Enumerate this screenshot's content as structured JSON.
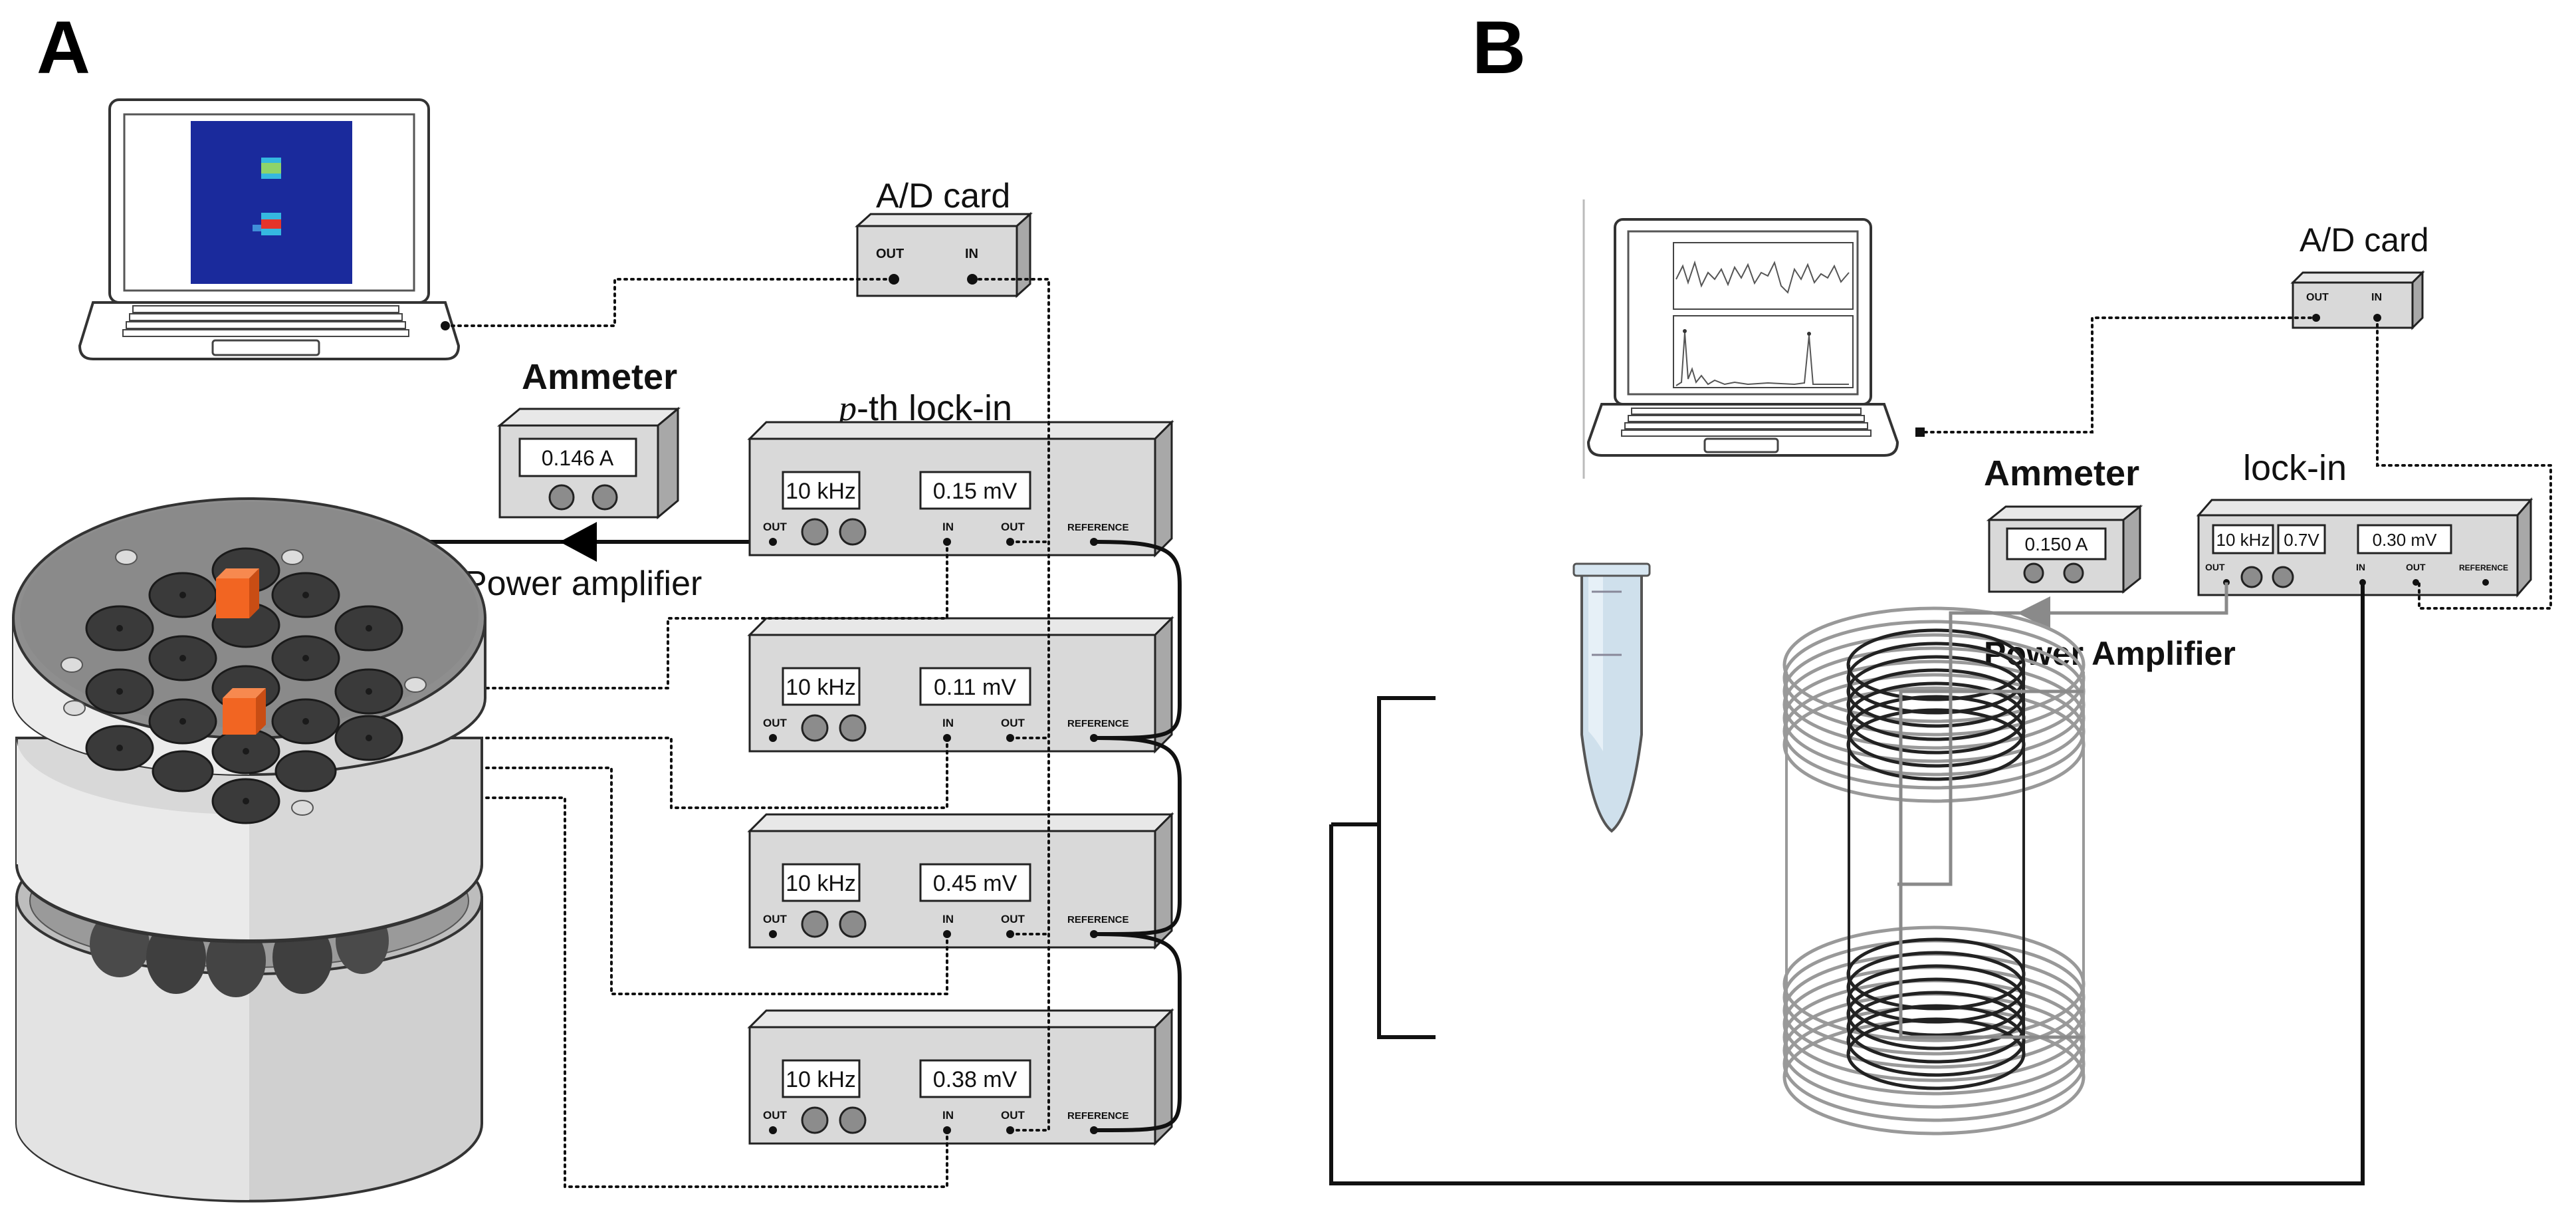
{
  "panels": {
    "a": {
      "letter": "A"
    },
    "b": {
      "letter": "B"
    }
  },
  "panel_a": {
    "ad_card": {
      "title": "A/D card",
      "out": "OUT",
      "in": "IN"
    },
    "ammeter": {
      "title": "Ammeter",
      "reading": "0.146 A"
    },
    "power_amplifier": "Power amplifier",
    "lockin_title_prefix": "p",
    "lockin_title_suffix": "-th lock-in",
    "lockins": [
      {
        "freq": "10 kHz",
        "voltage": "0.15 mV",
        "out_left": "OUT",
        "in": "IN",
        "out_right": "OUT",
        "reference": "REFERENCE"
      },
      {
        "freq": "10 kHz",
        "voltage": "0.11 mV",
        "out_left": "OUT",
        "in": "IN",
        "out_right": "OUT",
        "reference": "REFERENCE"
      },
      {
        "freq": "10 kHz",
        "voltage": "0.45 mV",
        "out_left": "OUT",
        "in": "IN",
        "out_right": "OUT",
        "reference": "REFERENCE"
      },
      {
        "freq": "10 kHz",
        "voltage": "0.38 mV",
        "out_left": "OUT",
        "in": "IN",
        "out_right": "OUT",
        "reference": "REFERENCE"
      }
    ],
    "colors": {
      "orange_cube": "#f26522",
      "heatmap_bg": "#1a2a9c"
    }
  },
  "panel_b": {
    "ad_card": {
      "title": "A/D card",
      "out": "OUT",
      "in": "IN"
    },
    "ammeter": {
      "title": "Ammeter",
      "reading": "0.150 A"
    },
    "power_amplifier": "Power Amplifier",
    "lockin": {
      "title": "lock-in",
      "freq": "10 kHz",
      "amp": "0.7V",
      "voltage": "0.30 mV",
      "out_left": "OUT",
      "in": "IN",
      "out_right": "OUT",
      "reference": "REFERENCE"
    }
  }
}
